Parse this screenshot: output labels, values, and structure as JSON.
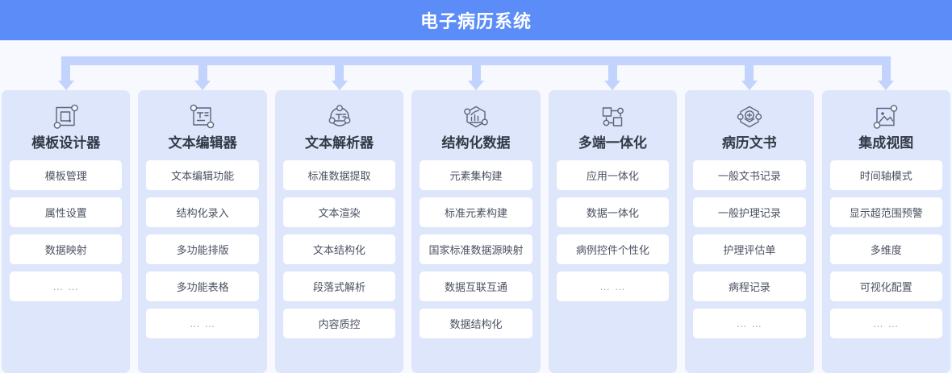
{
  "header": {
    "title": "电子病历系统"
  },
  "colors": {
    "header_bg": "#5b8cf7",
    "header_text": "#ffffff",
    "page_bg": "#f7f9fe",
    "column_bg": "#dde6fb",
    "item_bg": "#ffffff",
    "connector": "#c2d4fd",
    "title_text": "#333a45",
    "item_text": "#4a5160"
  },
  "connector": {
    "arrow_count": 7,
    "icon": "down-arrow-icon"
  },
  "columns": [
    {
      "id": "template-designer",
      "title": "模板设计器",
      "icon": "template-frame-icon",
      "items": [
        "模板管理",
        "属性设置",
        "数据映射",
        "… …"
      ]
    },
    {
      "id": "text-editor",
      "title": "文本编辑器",
      "icon": "text-box-icon",
      "items": [
        "文本编辑功能",
        "结构化录入",
        "多功能排版",
        "多功能表格",
        "… …"
      ]
    },
    {
      "id": "text-parser",
      "title": "文本解析器",
      "icon": "text-circle-nodes-icon",
      "items": [
        "标准数据提取",
        "文本渲染",
        "文本结构化",
        "段落式解析",
        "内容质控"
      ]
    },
    {
      "id": "structured-data",
      "title": "结构化数据",
      "icon": "hexagon-chart-icon",
      "items": [
        "元素集构建",
        "标准元素构建",
        "国家标准数据源映射",
        "数据互联互通",
        "数据结构化"
      ]
    },
    {
      "id": "multi-terminal",
      "title": "多端一体化",
      "icon": "nodes-squares-icon",
      "items": [
        "应用一体化",
        "数据一体化",
        "病例控件个性化",
        "… …"
      ]
    },
    {
      "id": "medical-records",
      "title": "病历文书",
      "icon": "hexagon-layers-plus-icon",
      "items": [
        "一般文书记录",
        "一般护理记录",
        "护理评估单",
        "病程记录",
        "…  …"
      ]
    },
    {
      "id": "integrated-view",
      "title": "集成视图",
      "icon": "image-frame-icon",
      "items": [
        "时间轴模式",
        "显示超范围预警",
        "多维度",
        "可视化配置",
        "… …"
      ]
    }
  ]
}
